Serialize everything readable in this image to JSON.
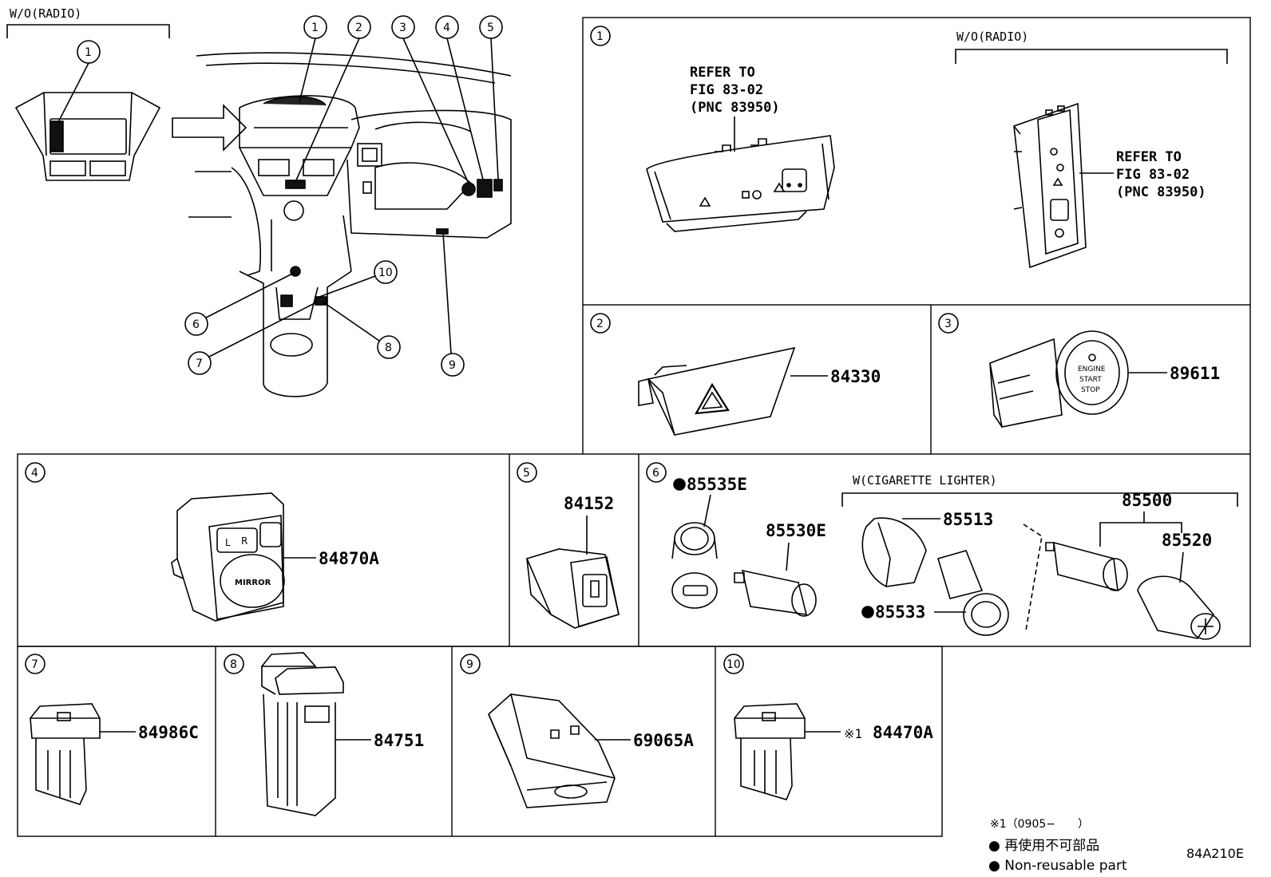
{
  "overview": {
    "wo_radio_label": "W/O(RADIO)",
    "callouts": [
      "1",
      "2",
      "3",
      "4",
      "5",
      "6",
      "7",
      "8",
      "9",
      "10"
    ]
  },
  "panels": {
    "p1": {
      "num": "1",
      "refer_line1": "REFER TO",
      "refer_line2": "FIG 83-02",
      "refer_line3": "(PNC 83950)",
      "wo_radio_label": "W/O(RADIO)"
    },
    "p2": {
      "num": "2",
      "part": "84330"
    },
    "p3": {
      "num": "3",
      "part": "89611",
      "button_text_1": "ENGINE",
      "button_text_2": "START",
      "button_text_3": "STOP"
    },
    "p4": {
      "num": "4",
      "part": "84870A",
      "switch_text": "MIRROR",
      "switch_l": "L",
      "switch_r": "R"
    },
    "p5": {
      "num": "5",
      "part": "84152"
    },
    "p6": {
      "num": "6",
      "group_label": "W(CIGARETTE LIGHTER)",
      "parts": [
        "85535E",
        "85530E",
        "85513",
        "85533",
        "85500",
        "85520"
      ]
    },
    "p7": {
      "num": "7",
      "part": "84986C"
    },
    "p8": {
      "num": "8",
      "part": "84751"
    },
    "p9": {
      "num": "9",
      "part": "69065A"
    },
    "p10": {
      "num": "10",
      "part": "84470A",
      "note_mark": "※1"
    }
  },
  "footer": {
    "note1": "※1（0905−　　）",
    "note2": "● 再使用不可部品",
    "note3": "● Non-reusable part",
    "code": "84A210E"
  }
}
